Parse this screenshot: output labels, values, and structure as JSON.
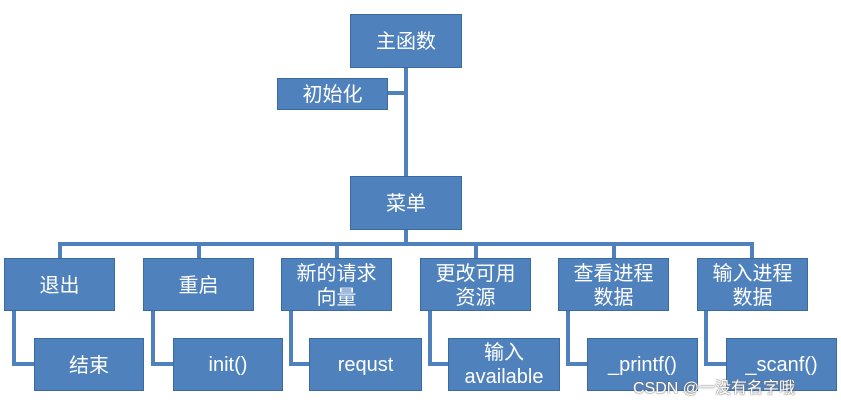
{
  "nodes": {
    "main": "主函数",
    "init_box": "初始化",
    "menu": "菜单",
    "exit": "退出",
    "restart": "重启",
    "new_request_l1": "新的请求",
    "new_request_l2": "向量",
    "change_avail_l1": "更改可用",
    "change_avail_l2": "资源",
    "view_proc_l1": "查看进程",
    "view_proc_l2": "数据",
    "input_proc_l1": "输入进程",
    "input_proc_l2": "数据",
    "end": "结束",
    "init_call": "init()",
    "requst": "requst",
    "input_l1": "输入",
    "input_l2": "available",
    "printf": "_printf()",
    "scanf": "_scanf()"
  },
  "watermark": "CSDN @一没有名字哦",
  "colors": {
    "box_fill": "#4f81bd",
    "connector": "#4f81bd",
    "text": "#ffffff"
  }
}
